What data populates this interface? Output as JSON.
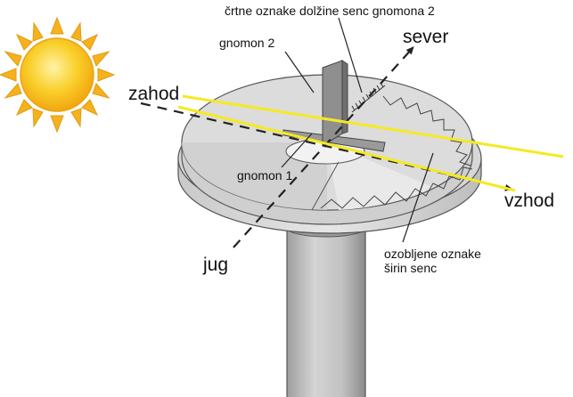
{
  "labels": {
    "gnomon2_marks": "črtne oznake dolžine senc gnomona 2",
    "north": "sever",
    "gnomon2": "gnomon 2",
    "west": "zahod",
    "gnomon1": "gnomon 1",
    "east": "vzhod",
    "south": "jug",
    "serrated_line1": "ozobljene oznake",
    "serrated_line2": "širin senc"
  },
  "colors": {
    "sun": "#f7c21b",
    "sun_rays": "#f5b21c",
    "sun_path": "#f4ea22",
    "dial": "#d8d8d8",
    "pillar": "#bdbdbd",
    "text": "#111111"
  }
}
